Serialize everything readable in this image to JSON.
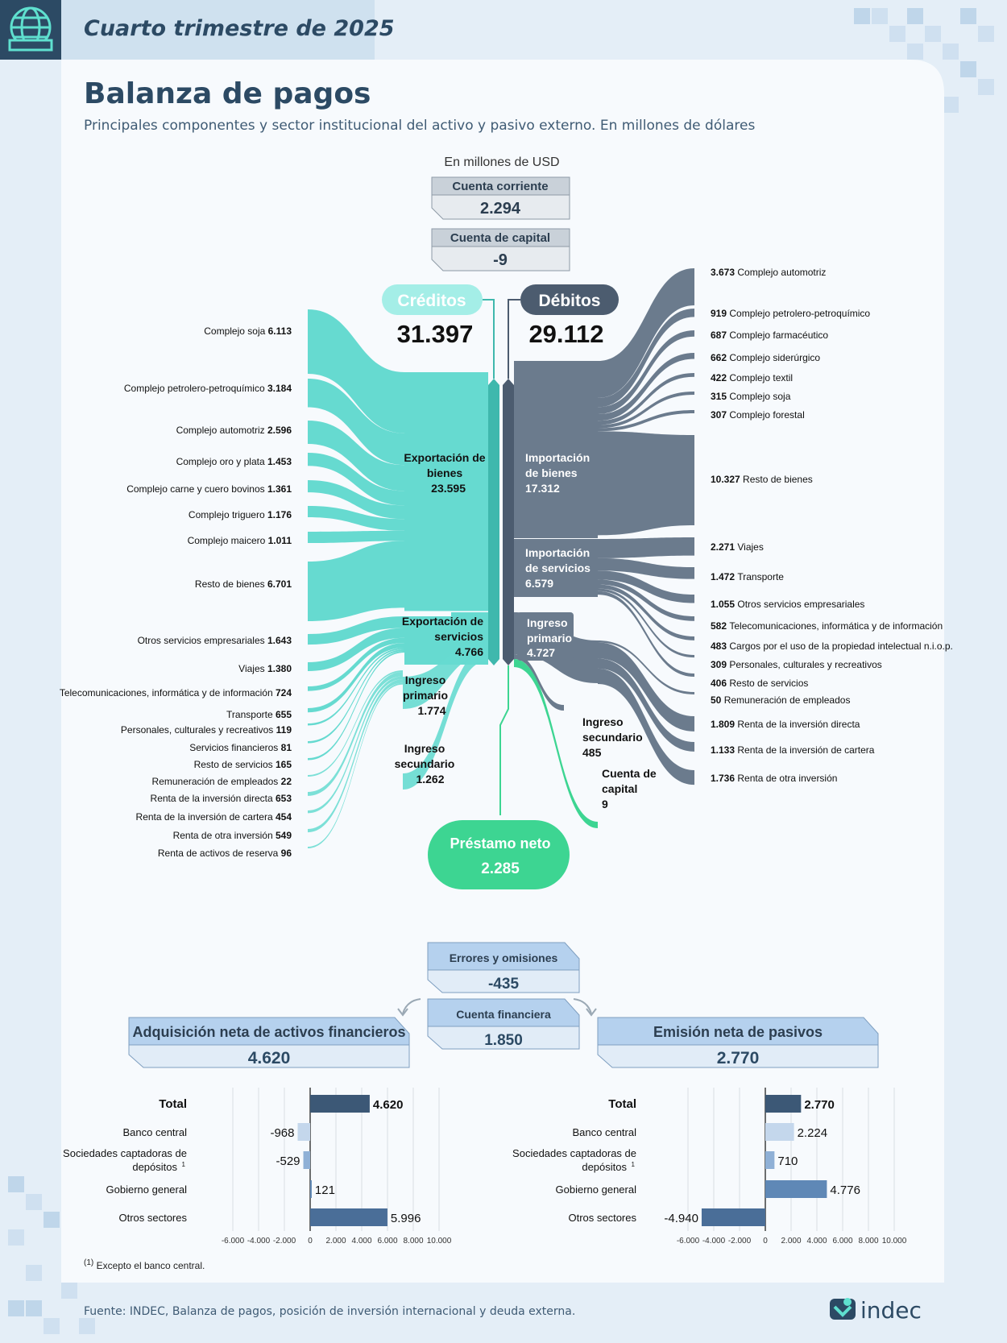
{
  "header": {
    "period": "Cuarto trimestre de 2025",
    "title": "Balanza de pagos",
    "subtitle": "Principales componentes y sector institucional del activo y pasivo externo. En millones de dólares",
    "unit_label": "En millones de USD"
  },
  "current_account": {
    "label": "Cuenta corriente",
    "value": "2.294"
  },
  "capital_account": {
    "label": "Cuenta de capital",
    "value": "-9"
  },
  "credits": {
    "label": "Créditos",
    "total": "31.397"
  },
  "debits": {
    "label": "Débitos",
    "total": "29.112"
  },
  "net_lending": {
    "label": "Préstamo neto",
    "value": "2.285"
  },
  "financial": {
    "errors_label": "Errores y omisiones",
    "errors_value": "-435",
    "account_label": "Cuenta financiera",
    "account_value": "1.850",
    "assets_label": "Adquisición neta de activos financieros",
    "assets_value": "4.620",
    "liabilities_label": "Emisión neta de pasivos",
    "liabilities_value": "2.770"
  },
  "colors": {
    "credit": "#66dad0",
    "credit_dark": "#3fb8ad",
    "debit": "#6b7b8d",
    "debit_dark": "#4c5c6f",
    "green": "#3dd592",
    "navy": "#2c4a64"
  },
  "chart_data": [
    {
      "type": "sankey",
      "title": "Balanza de pagos",
      "unit": "En millones de USD",
      "credit_groups": [
        {
          "label": "Exportación de bienes",
          "value": 23595,
          "items": [
            {
              "name": "Complejo soja",
              "value": 6113
            },
            {
              "name": "Complejo petrolero-petroquímico",
              "value": 3184
            },
            {
              "name": "Complejo automotriz",
              "value": 2596
            },
            {
              "name": "Complejo oro y plata",
              "value": 1453
            },
            {
              "name": "Complejo carne y cuero bovinos",
              "value": 1361
            },
            {
              "name": "Complejo triguero",
              "value": 1176
            },
            {
              "name": "Complejo maicero",
              "value": 1011
            },
            {
              "name": "Resto de bienes",
              "value": 6701
            }
          ]
        },
        {
          "label": "Exportación de servicios",
          "value": 4766,
          "items": [
            {
              "name": "Otros servicios empresariales",
              "value": 1643
            },
            {
              "name": "Viajes",
              "value": 1380
            },
            {
              "name": "Telecomunicaciones, informática y de información",
              "value": 724
            },
            {
              "name": "Transporte",
              "value": 655
            },
            {
              "name": "Personales, culturales y recreativos",
              "value": 119
            },
            {
              "name": "Servicios financieros",
              "value": 81
            },
            {
              "name": "Resto de servicios",
              "value": 165
            }
          ]
        },
        {
          "label": "Ingreso primario",
          "value": 1774,
          "items": [
            {
              "name": "Remuneración de empleados",
              "value": 22
            },
            {
              "name": "Renta de la inversión directa",
              "value": 653
            },
            {
              "name": "Renta de la inversión de cartera",
              "value": 454
            },
            {
              "name": "Renta de otra inversión",
              "value": 549
            },
            {
              "name": "Renta de activos de reserva",
              "value": 96
            }
          ]
        },
        {
          "label": "Ingreso secundario",
          "value": 1262,
          "items": []
        }
      ],
      "debit_groups": [
        {
          "label": "Importación de bienes",
          "value": 17312,
          "items": [
            {
              "name": "Complejo automotriz",
              "value": 3673
            },
            {
              "name": "Complejo petrolero-petroquímico",
              "value": 919
            },
            {
              "name": "Complejo farmacéutico",
              "value": 687
            },
            {
              "name": "Complejo siderúrgico",
              "value": 662
            },
            {
              "name": "Complejo textil",
              "value": 422
            },
            {
              "name": "Complejo soja",
              "value": 315
            },
            {
              "name": "Complejo forestal",
              "value": 307
            },
            {
              "name": "Resto de bienes",
              "value": 10327
            }
          ]
        },
        {
          "label": "Importación de servicios",
          "value": 6579,
          "items": [
            {
              "name": "Viajes",
              "value": 2271
            },
            {
              "name": "Transporte",
              "value": 1472
            },
            {
              "name": "Otros servicios empresariales",
              "value": 1055
            },
            {
              "name": "Telecomunicaciones, informática y de información",
              "value": 582
            },
            {
              "name": "Cargos por el uso de la propiedad intelectual n.i.o.p.",
              "value": 483
            },
            {
              "name": "Personales, culturales y recreativos",
              "value": 309
            },
            {
              "name": "Resto de servicios",
              "value": 406
            }
          ]
        },
        {
          "label": "Ingreso primario",
          "value": 4727,
          "items": [
            {
              "name": "Remuneración de empleados",
              "value": 50
            },
            {
              "name": "Renta de la inversión directa",
              "value": 1809
            },
            {
              "name": "Renta de la inversión de cartera",
              "value": 1133
            },
            {
              "name": "Renta de otra inversión",
              "value": 1736
            }
          ]
        },
        {
          "label": "Ingreso secundario",
          "value": 485,
          "items": []
        },
        {
          "label": "Cuenta de capital",
          "value": 9,
          "items": []
        }
      ]
    },
    {
      "type": "bar",
      "orientation": "horizontal",
      "title": "Adquisición neta de activos financieros",
      "categories": [
        "Total",
        "Banco central",
        "Sociedades captadoras de depósitos (1)",
        "Gobierno general",
        "Otros sectores"
      ],
      "values": [
        4620,
        -968,
        -529,
        121,
        5996
      ],
      "xlim": [
        -6000,
        10000
      ],
      "xticks": [
        "-6.000",
        "-4.000",
        "-2.000",
        "0",
        "2.000",
        "4.000",
        "6.000",
        "8.000",
        "10.000"
      ],
      "grid": true
    },
    {
      "type": "bar",
      "orientation": "horizontal",
      "title": "Emisión neta de pasivos",
      "categories": [
        "Total",
        "Banco central",
        "Sociedades captadoras de depósitos (1)",
        "Gobierno general",
        "Otros sectores"
      ],
      "values": [
        2770,
        2224,
        710,
        4776,
        -4940
      ],
      "xlim": [
        -6000,
        10000
      ],
      "xticks": [
        "-6.000",
        "-4.000",
        "-2.000",
        "0",
        "2.000",
        "4.000",
        "6.000",
        "8.000",
        "10.000"
      ],
      "grid": true
    }
  ],
  "footnote": "Excepto el banco central.",
  "footnote_mark": "(1)",
  "source": "Fuente: INDEC, Balanza de pagos, posición de inversión internacional y deuda externa.",
  "logo_text": "indec"
}
